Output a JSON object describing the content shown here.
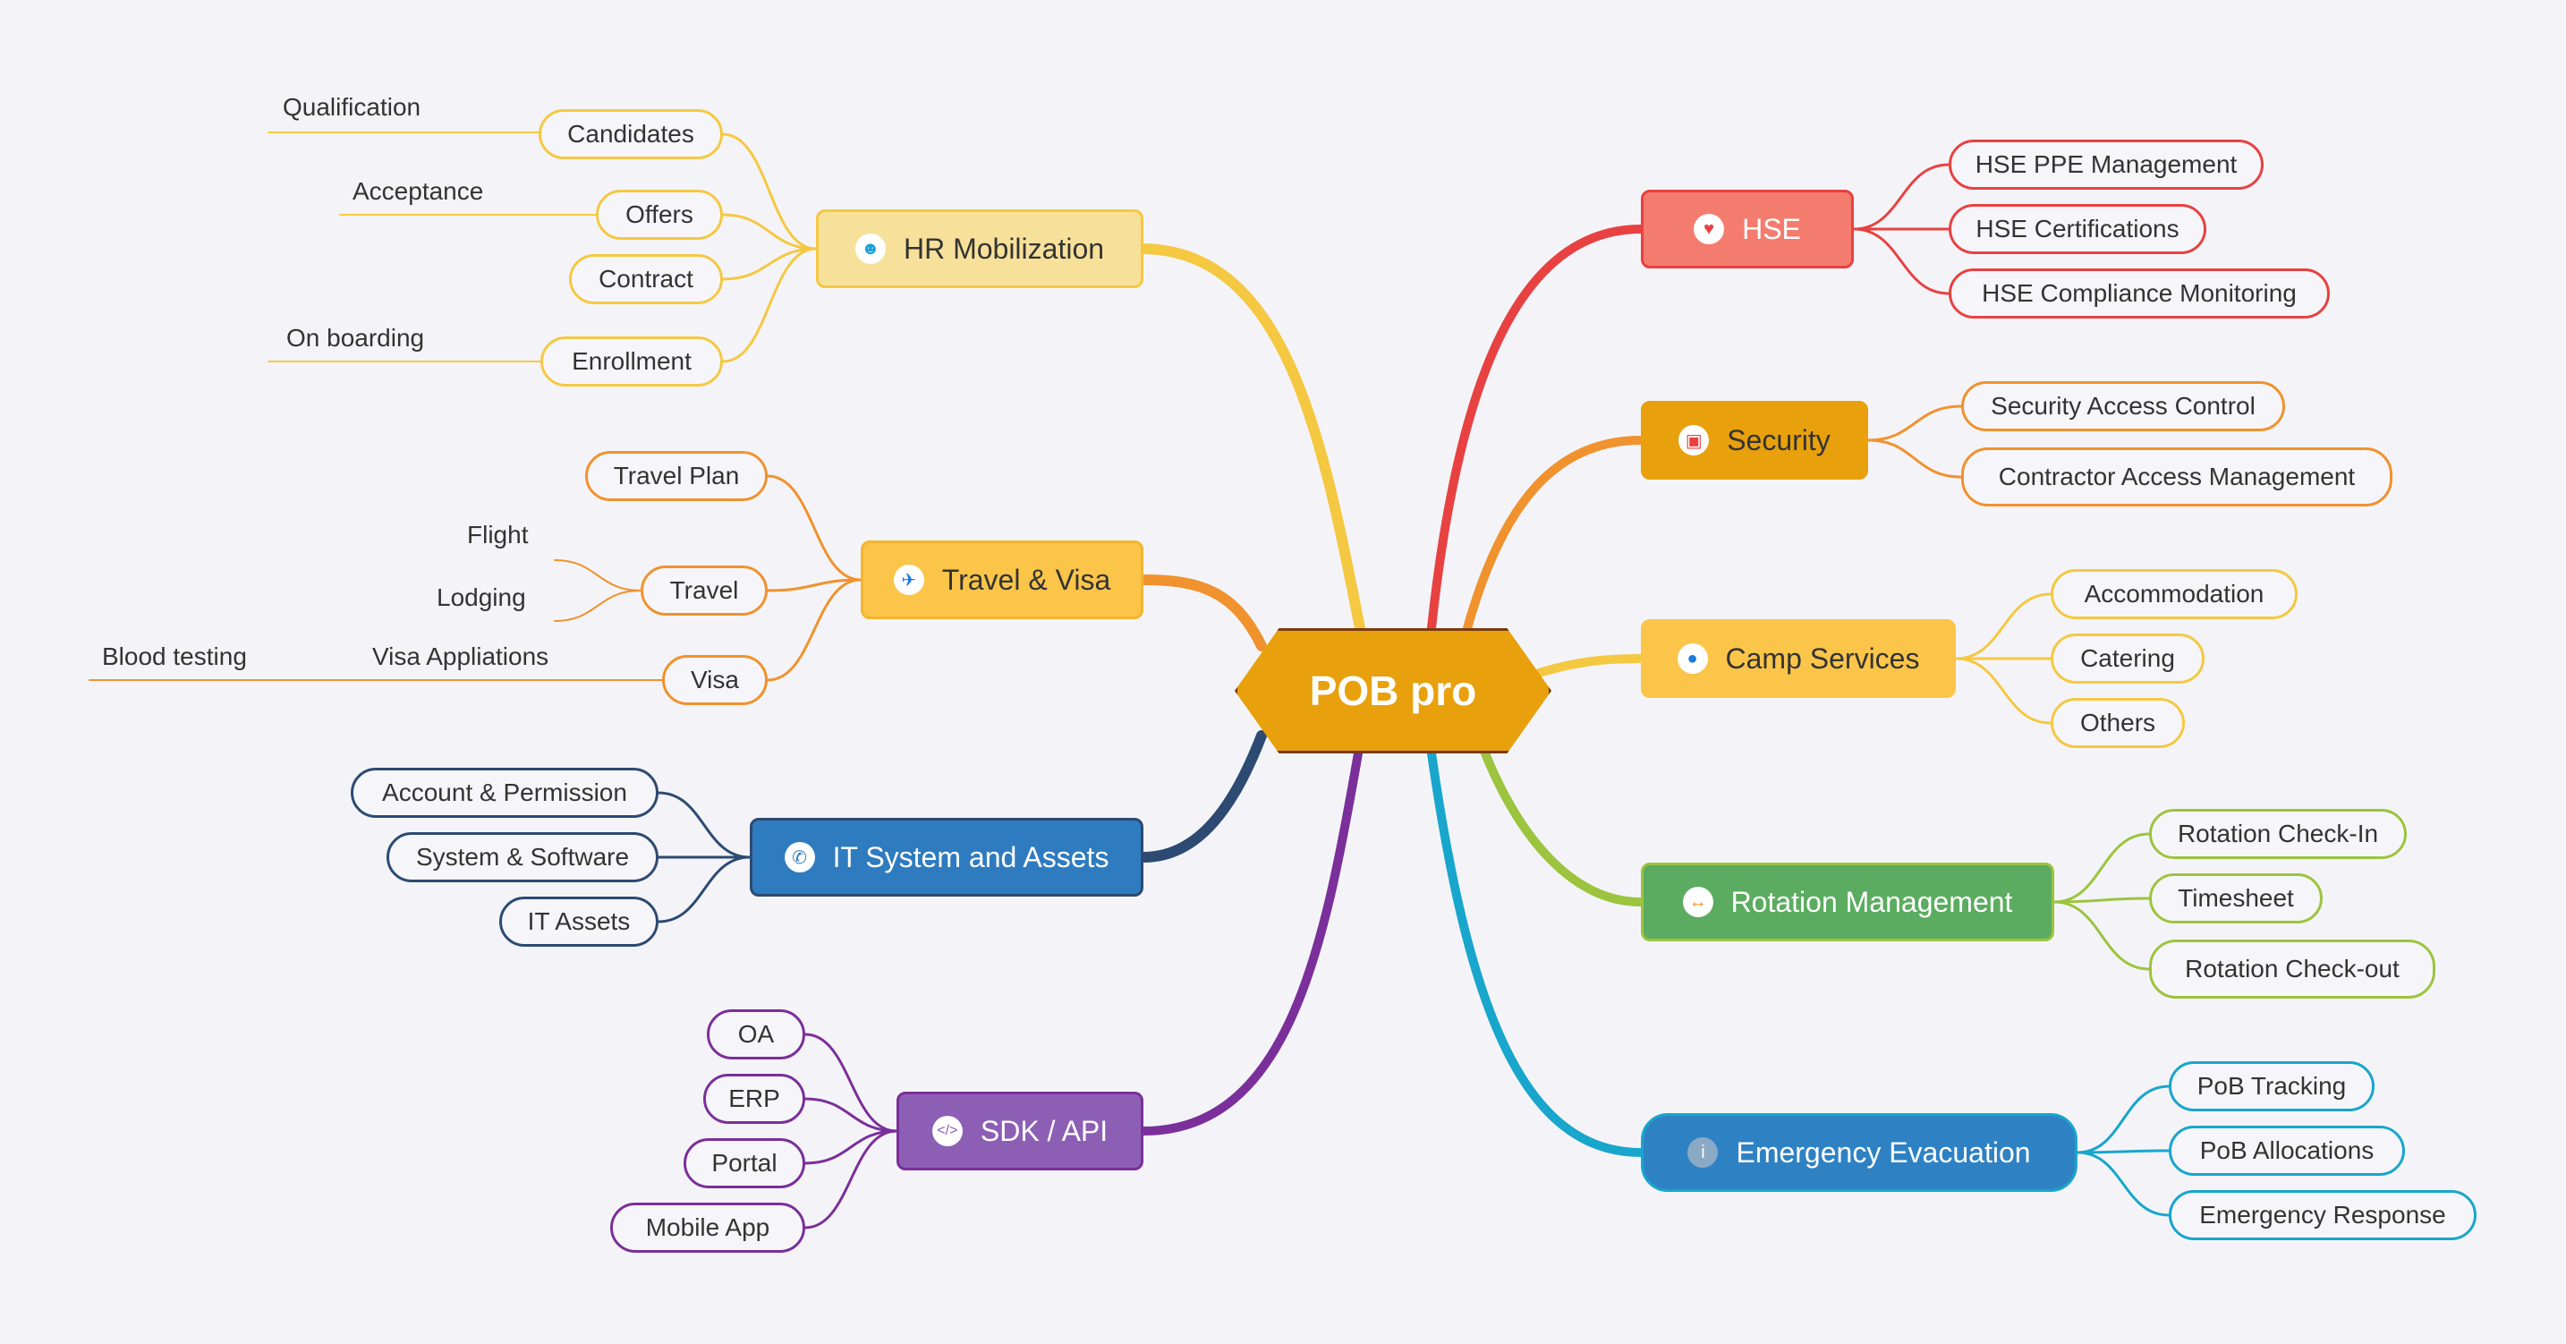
{
  "center": {
    "label": "POB pro",
    "color": "#e8a00c"
  },
  "branches": {
    "hr": {
      "label": "HR Mobilization",
      "icon": "person-icon",
      "color": "#f5c842"
    },
    "travel": {
      "label": "Travel & Visa",
      "icon": "airplane-icon",
      "color": "#f0922e"
    },
    "it": {
      "label": "IT System and Assets",
      "icon": "phone-icon",
      "color": "#2c4a72"
    },
    "sdk": {
      "label": "SDK / API",
      "icon": "code-icon",
      "color": "#7b2f9a"
    },
    "hse": {
      "label": "HSE",
      "icon": "broken-heart-icon",
      "color": "#e84141"
    },
    "security": {
      "label": "Security",
      "icon": "lock-icon",
      "color": "#f0922e"
    },
    "camp": {
      "label": "Camp Services",
      "icon": "location-pin-icon",
      "color": "#f5c842"
    },
    "rotation": {
      "label": "Rotation Management",
      "icon": "swap-arrows-icon",
      "color": "#9cc43e"
    },
    "emergency": {
      "label": "Emergency Evacuation",
      "icon": "info-icon",
      "color": "#18a6cc"
    }
  },
  "leaves": {
    "hr": [
      "Candidates",
      "Offers",
      "Contract",
      "Enrollment"
    ],
    "hr_notes": [
      "Qualification",
      "Acceptance",
      "On boarding"
    ],
    "travel": [
      "Travel Plan",
      "Travel",
      "Visa"
    ],
    "travel_notes": [
      "Flight",
      "Lodging",
      "Visa Appliations",
      "Blood testing"
    ],
    "it": [
      "Account & Permission",
      "System & Software",
      "IT Assets"
    ],
    "sdk": [
      "OA",
      "ERP",
      "Portal",
      "Mobile App"
    ],
    "hse": [
      "HSE PPE Management",
      "HSE Certifications",
      "HSE Compliance Monitoring"
    ],
    "security": [
      "Security Access Control",
      "Contractor Access Management"
    ],
    "camp": [
      "Accommodation",
      "Catering",
      "Others"
    ],
    "rotation": [
      "Rotation Check-In",
      "Timesheet",
      "Rotation Check-out"
    ],
    "emergency": [
      "PoB Tracking",
      "PoB Allocations",
      "Emergency Response"
    ]
  }
}
